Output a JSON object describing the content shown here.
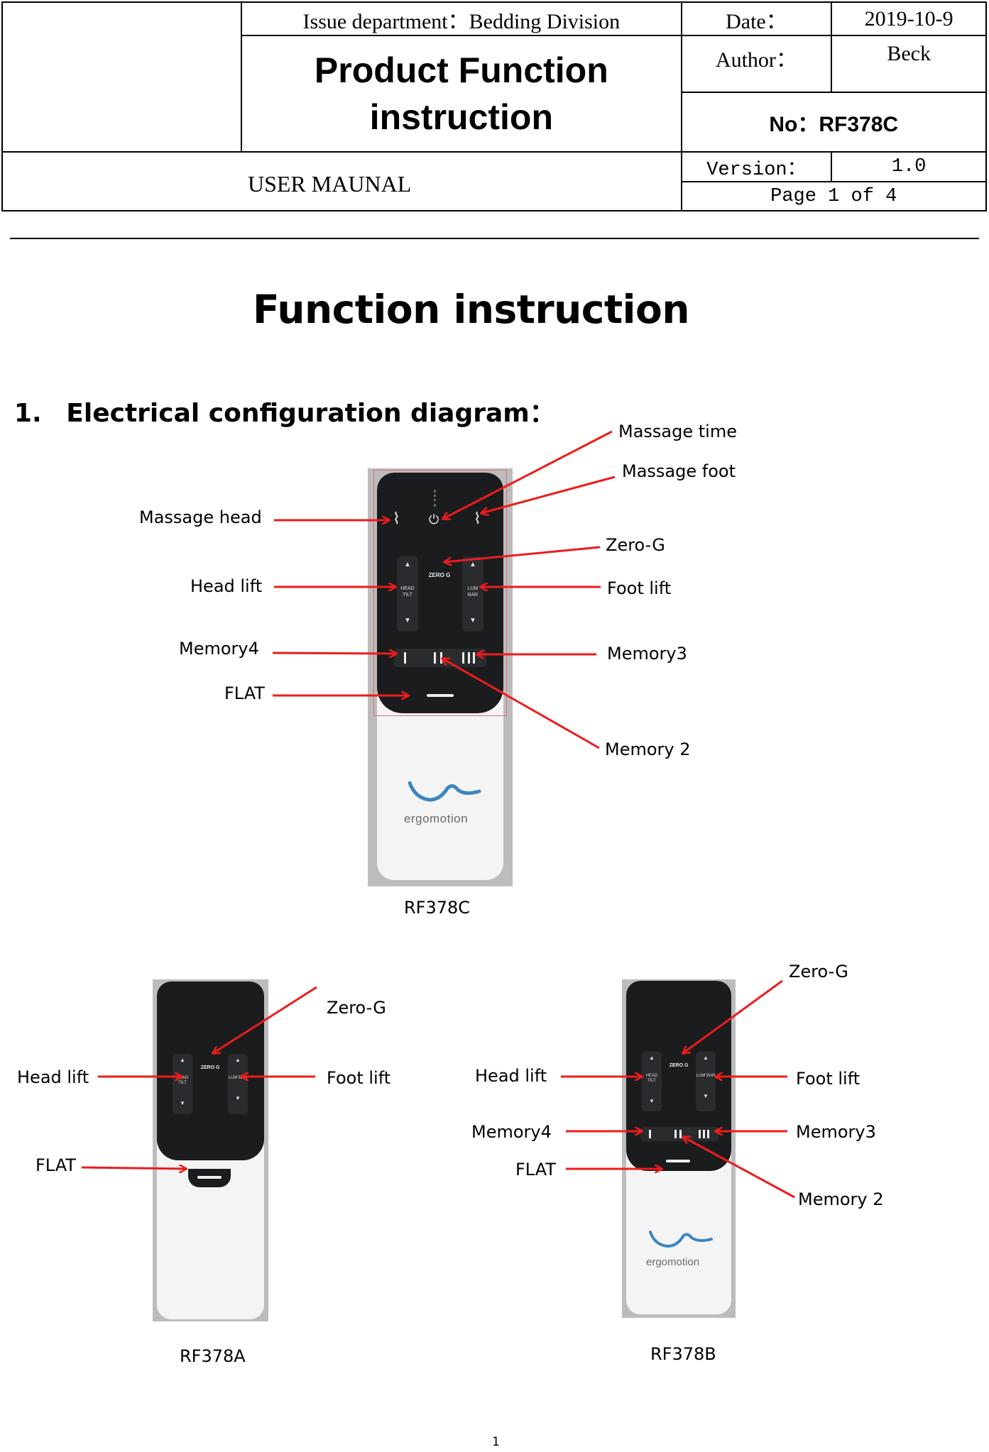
{
  "header": {
    "issue_department": "Issue department：Bedding Division",
    "date_label": "Date：",
    "date_value": "2019-10-9",
    "title": "Product Function instruction",
    "author_label": "Author：",
    "author_value": "Beck",
    "number": "No：RF378C",
    "manual": "USER MAUNAL",
    "version_label": "Version：",
    "version_value": "1.0",
    "page": "Page 1 of 4"
  },
  "content": {
    "heading": "Function instruction",
    "section_number": "1.",
    "section_title": "Electrical configuration diagram：",
    "page_number": "1"
  },
  "remote_c": {
    "caption": "RF378C",
    "brand": "ergomotion",
    "labels": {
      "massage_time": "Massage time",
      "massage_foot": "Massage foot",
      "massage_head": "Massage head",
      "zero_g": "Zero-G",
      "head_lift": "Head lift",
      "foot_lift": "Foot lift",
      "memory4": "Memory4",
      "memory3": "Memory3",
      "flat": "FLAT",
      "memory2": "Memory 2"
    },
    "buttons": {
      "head": "HEAD TILT",
      "zero": "ZERO G",
      "lum": "LUM BAR"
    }
  },
  "remote_a": {
    "caption": "RF378A",
    "labels": {
      "zero_g": "Zero-G",
      "head_lift": "Head lift",
      "foot_lift": "Foot lift",
      "flat": "FLAT"
    },
    "buttons": {
      "head": "HEAD TILT",
      "zero": "ZERO G",
      "lum": "LUM BAR"
    }
  },
  "remote_b": {
    "caption": "RF378B",
    "brand": "ergomotion",
    "labels": {
      "zero_g": "Zero-G",
      "head_lift": "Head lift",
      "foot_lift": "Foot lift",
      "memory4": "Memory4",
      "memory3": "Memory3",
      "flat": "FLAT",
      "memory2": "Memory 2"
    },
    "buttons": {
      "head": "HEAD TILT",
      "zero": "ZERO G",
      "lum": "LUM BAR"
    }
  },
  "colors": {
    "arrow": "#ee1c1c",
    "remote_top": "#1b1c1e",
    "remote_body": "#f3f3f3",
    "logo": "#3a86c1"
  }
}
